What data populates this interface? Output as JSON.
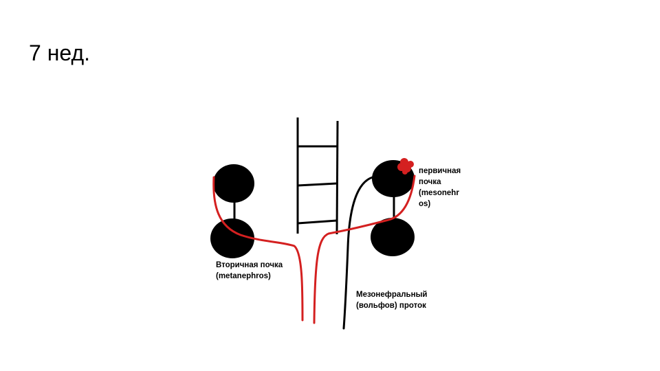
{
  "slide": {
    "title": "7 нед."
  },
  "labels": {
    "secondary_kidney": "Вторичная почка\n(metanephros)",
    "primary_kidney": "первичная\nпочка\n(mesonehr\nos)",
    "mesonephric_duct": "Мезонефральный\n(вольфов) проток"
  },
  "colors": {
    "ink": "#000000",
    "red": "#d42020",
    "background": "#ffffff"
  }
}
